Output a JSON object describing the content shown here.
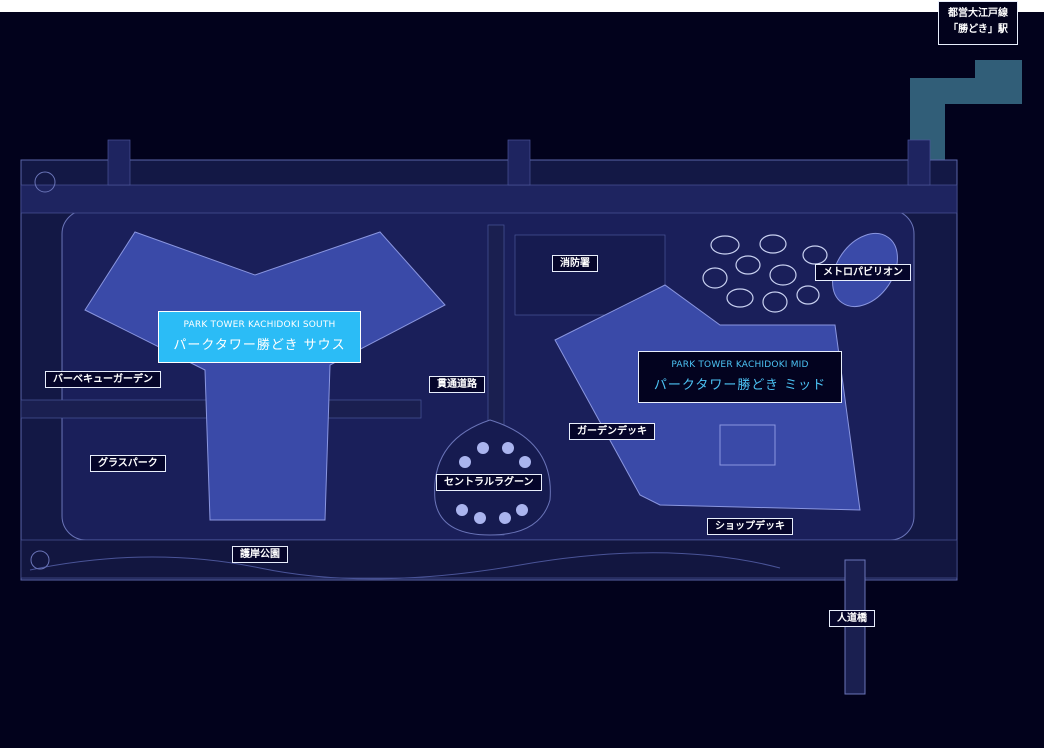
{
  "station": {
    "line1": "都営大江戸線",
    "line2": "「勝どき」駅"
  },
  "buildings": {
    "south": {
      "en": "PARK TOWER KACHIDOKI SOUTH",
      "jp": "パークタワー勝どき サウス"
    },
    "mid": {
      "en": "PARK TOWER KACHIDOKI MID",
      "jp": "パークタワー勝どき ミッド"
    }
  },
  "labels": {
    "fire_station": "消防署",
    "metro_pavilion": "メトロパビリオン",
    "bbq_garden": "バーベキューガーデン",
    "through_road": "貫通道路",
    "garden_deck": "ガーデンデッキ",
    "grass_park": "グラスパーク",
    "central_lagoon": "セントラルラグーン",
    "shop_deck": "ショップデッキ",
    "seawall_park": "護岸公園",
    "pedestrian_bridge": "人道橋"
  },
  "colors": {
    "background": "#02021c",
    "site": "#1a1f5a",
    "building": "#3a4aa8",
    "highlight": "#2bbcf6",
    "station_path": "#3a6f88"
  }
}
